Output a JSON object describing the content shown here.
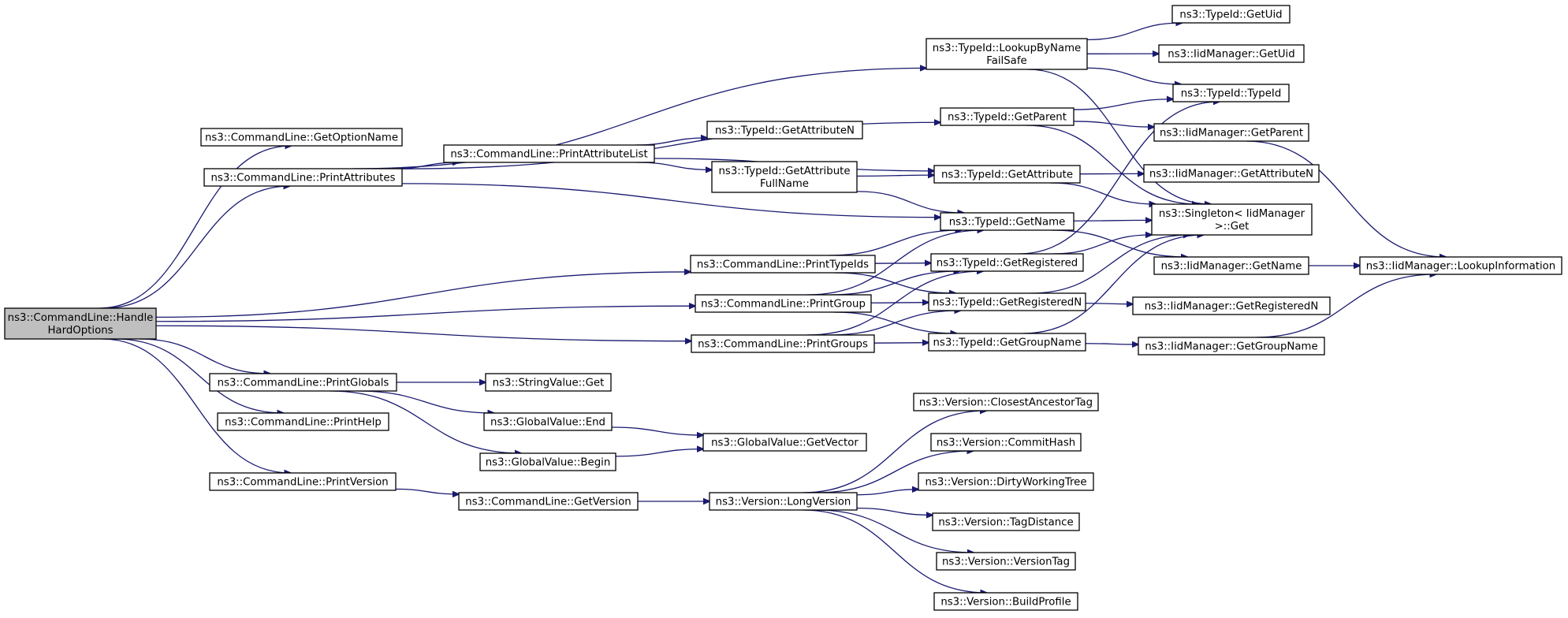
{
  "graph": {
    "edge_color": "#191970",
    "root_fill": "#bfbfbf",
    "nodes": [
      {
        "id": "root",
        "lines": [
          "ns3::CommandLine::Handle",
          "HardOptions"
        ],
        "root": true
      },
      {
        "id": "getOptionName",
        "lines": [
          "ns3::CommandLine::GetOptionName"
        ]
      },
      {
        "id": "printAttributes",
        "lines": [
          "ns3::CommandLine::PrintAttributes"
        ]
      },
      {
        "id": "printTypeIds",
        "lines": [
          "ns3::CommandLine::PrintTypeIds"
        ]
      },
      {
        "id": "printGroup",
        "lines": [
          "ns3::CommandLine::PrintGroup"
        ]
      },
      {
        "id": "printGroups",
        "lines": [
          "ns3::CommandLine::PrintGroups"
        ]
      },
      {
        "id": "printGlobals",
        "lines": [
          "ns3::CommandLine::PrintGlobals"
        ]
      },
      {
        "id": "printHelp",
        "lines": [
          "ns3::CommandLine::PrintHelp"
        ]
      },
      {
        "id": "printVersion",
        "lines": [
          "ns3::CommandLine::PrintVersion"
        ]
      },
      {
        "id": "printAttributeList",
        "lines": [
          "ns3::CommandLine::PrintAttributeList"
        ]
      },
      {
        "id": "getAttributeN",
        "lines": [
          "ns3::TypeId::GetAttributeN"
        ]
      },
      {
        "id": "getAttributeFullName",
        "lines": [
          "ns3::TypeId::GetAttribute",
          "FullName"
        ]
      },
      {
        "id": "lookupByName",
        "lines": [
          "ns3::TypeId::LookupByName",
          "FailSafe"
        ]
      },
      {
        "id": "getParent",
        "lines": [
          "ns3::TypeId::GetParent"
        ]
      },
      {
        "id": "getAttribute",
        "lines": [
          "ns3::TypeId::GetAttribute"
        ]
      },
      {
        "id": "getName",
        "lines": [
          "ns3::TypeId::GetName"
        ]
      },
      {
        "id": "getRegistered",
        "lines": [
          "ns3::TypeId::GetRegistered"
        ]
      },
      {
        "id": "getRegisteredN",
        "lines": [
          "ns3::TypeId::GetRegisteredN"
        ]
      },
      {
        "id": "getGroupName",
        "lines": [
          "ns3::TypeId::GetGroupName"
        ]
      },
      {
        "id": "typeIdGetUid",
        "lines": [
          "ns3::TypeId::GetUid"
        ]
      },
      {
        "id": "iidGetUid",
        "lines": [
          "ns3::IidManager::GetUid"
        ]
      },
      {
        "id": "typeIdTypeId",
        "lines": [
          "ns3::TypeId::TypeId"
        ]
      },
      {
        "id": "iidGetParent",
        "lines": [
          "ns3::IidManager::GetParent"
        ]
      },
      {
        "id": "iidGetAttributeN",
        "lines": [
          "ns3::IidManager::GetAttributeN"
        ]
      },
      {
        "id": "singletonGet",
        "lines": [
          "ns3::Singleton< IidManager",
          " >::Get"
        ]
      },
      {
        "id": "iidGetName",
        "lines": [
          "ns3::IidManager::GetName"
        ]
      },
      {
        "id": "lookupInformation",
        "lines": [
          "ns3::IidManager::LookupInformation"
        ]
      },
      {
        "id": "iidGetRegisteredN",
        "lines": [
          "ns3::IidManager::GetRegisteredN"
        ]
      },
      {
        "id": "iidGetGroupName",
        "lines": [
          "ns3::IidManager::GetGroupName"
        ]
      },
      {
        "id": "stringValueGet",
        "lines": [
          "ns3::StringValue::Get"
        ]
      },
      {
        "id": "globalValueEnd",
        "lines": [
          "ns3::GlobalValue::End"
        ]
      },
      {
        "id": "globalValueBegin",
        "lines": [
          "ns3::GlobalValue::Begin"
        ]
      },
      {
        "id": "globalValueGetVector",
        "lines": [
          "ns3::GlobalValue::GetVector"
        ]
      },
      {
        "id": "getVersion",
        "lines": [
          "ns3::CommandLine::GetVersion"
        ]
      },
      {
        "id": "longVersion",
        "lines": [
          "ns3::Version::LongVersion"
        ]
      },
      {
        "id": "closestAncestorTag",
        "lines": [
          "ns3::Version::ClosestAncestorTag"
        ]
      },
      {
        "id": "commitHash",
        "lines": [
          "ns3::Version::CommitHash"
        ]
      },
      {
        "id": "dirtyWorkingTree",
        "lines": [
          "ns3::Version::DirtyWorkingTree"
        ]
      },
      {
        "id": "tagDistance",
        "lines": [
          "ns3::Version::TagDistance"
        ]
      },
      {
        "id": "versionTag",
        "lines": [
          "ns3::Version::VersionTag"
        ]
      },
      {
        "id": "buildProfile",
        "lines": [
          "ns3::Version::BuildProfile"
        ]
      }
    ],
    "edges": [
      [
        "root",
        "getOptionName"
      ],
      [
        "root",
        "printAttributes"
      ],
      [
        "root",
        "printTypeIds"
      ],
      [
        "root",
        "printGroup"
      ],
      [
        "root",
        "printGroups"
      ],
      [
        "root",
        "printGlobals"
      ],
      [
        "root",
        "printHelp"
      ],
      [
        "root",
        "printVersion"
      ],
      [
        "printAttributes",
        "printAttributeList"
      ],
      [
        "printAttributes",
        "lookupByName"
      ],
      [
        "printAttributes",
        "getParent"
      ],
      [
        "printAttributes",
        "getName"
      ],
      [
        "printAttributeList",
        "getAttributeN"
      ],
      [
        "printAttributeList",
        "getAttributeFullName"
      ],
      [
        "printAttributeList",
        "getAttribute"
      ],
      [
        "getAttributeFullName",
        "getAttribute"
      ],
      [
        "getAttributeFullName",
        "getName"
      ],
      [
        "lookupByName",
        "typeIdGetUid"
      ],
      [
        "lookupByName",
        "iidGetUid"
      ],
      [
        "lookupByName",
        "typeIdTypeId"
      ],
      [
        "lookupByName",
        "singletonGet"
      ],
      [
        "getParent",
        "typeIdTypeId"
      ],
      [
        "getParent",
        "iidGetParent"
      ],
      [
        "getParent",
        "singletonGet"
      ],
      [
        "getAttribute",
        "iidGetAttributeN"
      ],
      [
        "getAttribute",
        "singletonGet"
      ],
      [
        "getName",
        "singletonGet"
      ],
      [
        "getName",
        "iidGetName"
      ],
      [
        "getRegistered",
        "typeIdTypeId"
      ],
      [
        "getRegistered",
        "singletonGet"
      ],
      [
        "getRegisteredN",
        "singletonGet"
      ],
      [
        "getRegisteredN",
        "iidGetRegisteredN"
      ],
      [
        "getGroupName",
        "singletonGet"
      ],
      [
        "getGroupName",
        "iidGetGroupName"
      ],
      [
        "iidGetParent",
        "lookupInformation"
      ],
      [
        "iidGetName",
        "lookupInformation"
      ],
      [
        "iidGetGroupName",
        "lookupInformation"
      ],
      [
        "printTypeIds",
        "getName"
      ],
      [
        "printTypeIds",
        "getRegistered"
      ],
      [
        "printTypeIds",
        "getRegisteredN"
      ],
      [
        "printGroup",
        "getName"
      ],
      [
        "printGroup",
        "getRegistered"
      ],
      [
        "printGroup",
        "getRegisteredN"
      ],
      [
        "printGroup",
        "getGroupName"
      ],
      [
        "printGroups",
        "getRegistered"
      ],
      [
        "printGroups",
        "getRegisteredN"
      ],
      [
        "printGroups",
        "getGroupName"
      ],
      [
        "printGlobals",
        "stringValueGet"
      ],
      [
        "printGlobals",
        "globalValueEnd"
      ],
      [
        "printGlobals",
        "globalValueBegin"
      ],
      [
        "globalValueEnd",
        "globalValueGetVector"
      ],
      [
        "globalValueBegin",
        "globalValueGetVector"
      ],
      [
        "printVersion",
        "getVersion"
      ],
      [
        "getVersion",
        "longVersion"
      ],
      [
        "longVersion",
        "closestAncestorTag"
      ],
      [
        "longVersion",
        "commitHash"
      ],
      [
        "longVersion",
        "dirtyWorkingTree"
      ],
      [
        "longVersion",
        "tagDistance"
      ],
      [
        "longVersion",
        "versionTag"
      ],
      [
        "longVersion",
        "buildProfile"
      ]
    ]
  }
}
